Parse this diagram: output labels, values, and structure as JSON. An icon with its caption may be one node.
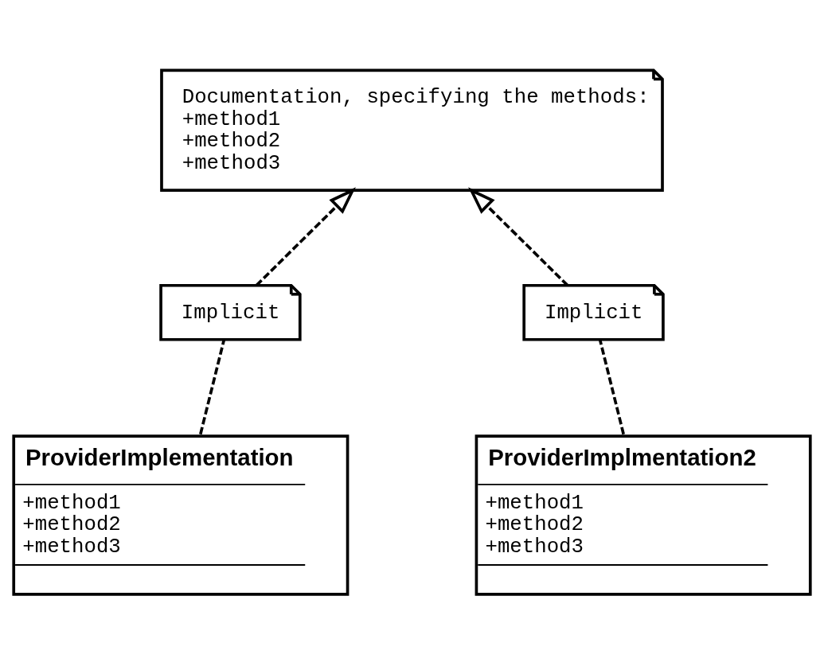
{
  "diagram": {
    "nodes": [
      {
        "text": [
          "Documentation, specifying the methods:",
          "+method1",
          "+method2",
          "+method3"
        ]
      },
      {
        "text": [
          "Implicit"
        ]
      },
      {
        "text": [
          "Implicit"
        ]
      },
      {
        "text": [
          "ProviderImplementation",
          "+method1",
          "+method2",
          "+method3"
        ]
      },
      {
        "text": [
          "ProviderImplmentation2",
          "+method1",
          "+method2",
          "+method3"
        ]
      }
    ],
    "edges": [
      {
        "from": 1,
        "to": 0,
        "arrow": "to",
        "style": "dashed"
      },
      {
        "from": 2,
        "to": 0,
        "arrow": "to",
        "style": "dashed"
      },
      {
        "from": 3,
        "to": 1,
        "arrow": "none",
        "style": "dashed"
      },
      {
        "from": 4,
        "to": 2,
        "arrow": "none",
        "style": "dashed"
      }
    ]
  }
}
